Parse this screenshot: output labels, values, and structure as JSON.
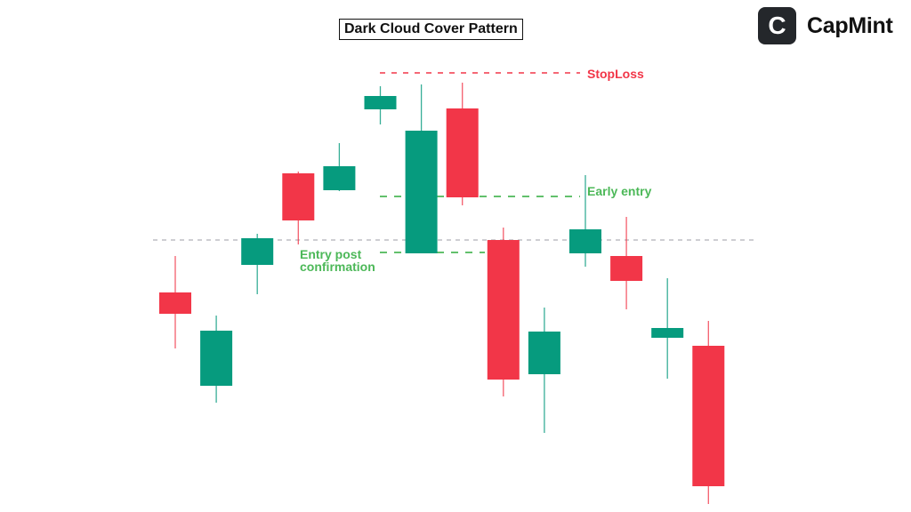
{
  "brand": {
    "logo_letter": "C",
    "name": "CapMint"
  },
  "chart_data": {
    "type": "candlestick",
    "title": "Dark Cloud Cover Pattern",
    "xlabel": "",
    "ylabel": "",
    "ylim": [
      30,
      510
    ],
    "grid": false,
    "colors": {
      "up": "#069b7e",
      "down": "#f23648",
      "stoploss": "#f23648",
      "entry": "#4cb858",
      "support": "#b0b0b8"
    },
    "candles": [
      {
        "open": 271,
        "close": 247,
        "high": 312,
        "low": 208
      },
      {
        "open": 166,
        "close": 228,
        "high": 245,
        "low": 147
      },
      {
        "open": 302,
        "close": 332,
        "high": 337,
        "low": 269
      },
      {
        "open": 405,
        "close": 352,
        "high": 407,
        "low": 325
      },
      {
        "open": 386,
        "close": 413,
        "high": 439,
        "low": 385
      },
      {
        "open": 477,
        "close": 492,
        "high": 503,
        "low": 460
      },
      {
        "open": 315,
        "close": 453,
        "high": 505,
        "low": 315
      },
      {
        "open": 478,
        "close": 378,
        "high": 507,
        "low": 369
      },
      {
        "open": 330,
        "close": 173,
        "high": 344,
        "low": 154
      },
      {
        "open": 179,
        "close": 227,
        "high": 254,
        "low": 113
      },
      {
        "open": 315,
        "close": 342,
        "high": 403,
        "low": 300
      },
      {
        "open": 312,
        "close": 284,
        "high": 356,
        "low": 252
      },
      {
        "open": 220,
        "close": 231,
        "high": 287,
        "low": 174
      },
      {
        "open": 211,
        "close": 53,
        "high": 239,
        "low": 33
      }
    ],
    "levels": [
      {
        "name": "stoploss",
        "label": "StopLoss",
        "price": 518
      },
      {
        "name": "early-entry",
        "label": "Early entry",
        "price": 379
      },
      {
        "name": "entry-post-confirmation",
        "label": "Entry post confirmation",
        "label_lines": [
          "Entry post",
          "confirmation"
        ],
        "price": 316
      },
      {
        "name": "support",
        "label": "",
        "price": 330
      }
    ]
  }
}
